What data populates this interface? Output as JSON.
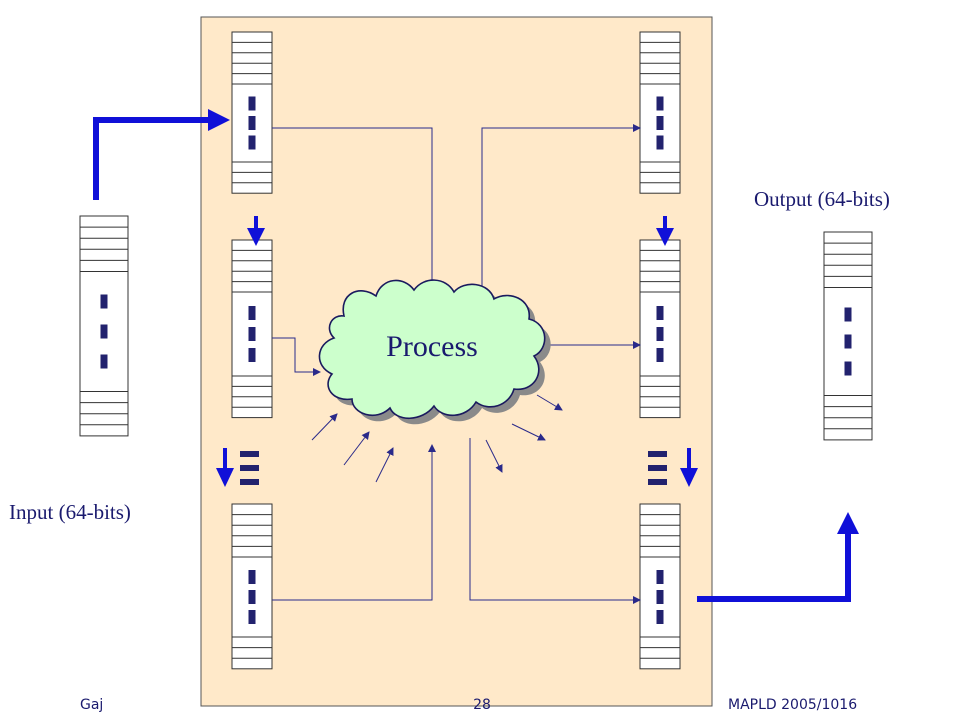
{
  "diagram": {
    "input_label": "Input (64-bits)",
    "output_label": "Output (64-bits)",
    "process_label": "Process"
  },
  "footer": {
    "left": "Gaj",
    "center": "28",
    "right": "MAPLD 2005/1016"
  },
  "colors": {
    "panel_fill": "#FFE9C9",
    "cloud_fill": "#CCFFCC",
    "arrow_blue": "#1010D8",
    "dot_navy": "#22226E",
    "text": "#1a1a6e"
  }
}
